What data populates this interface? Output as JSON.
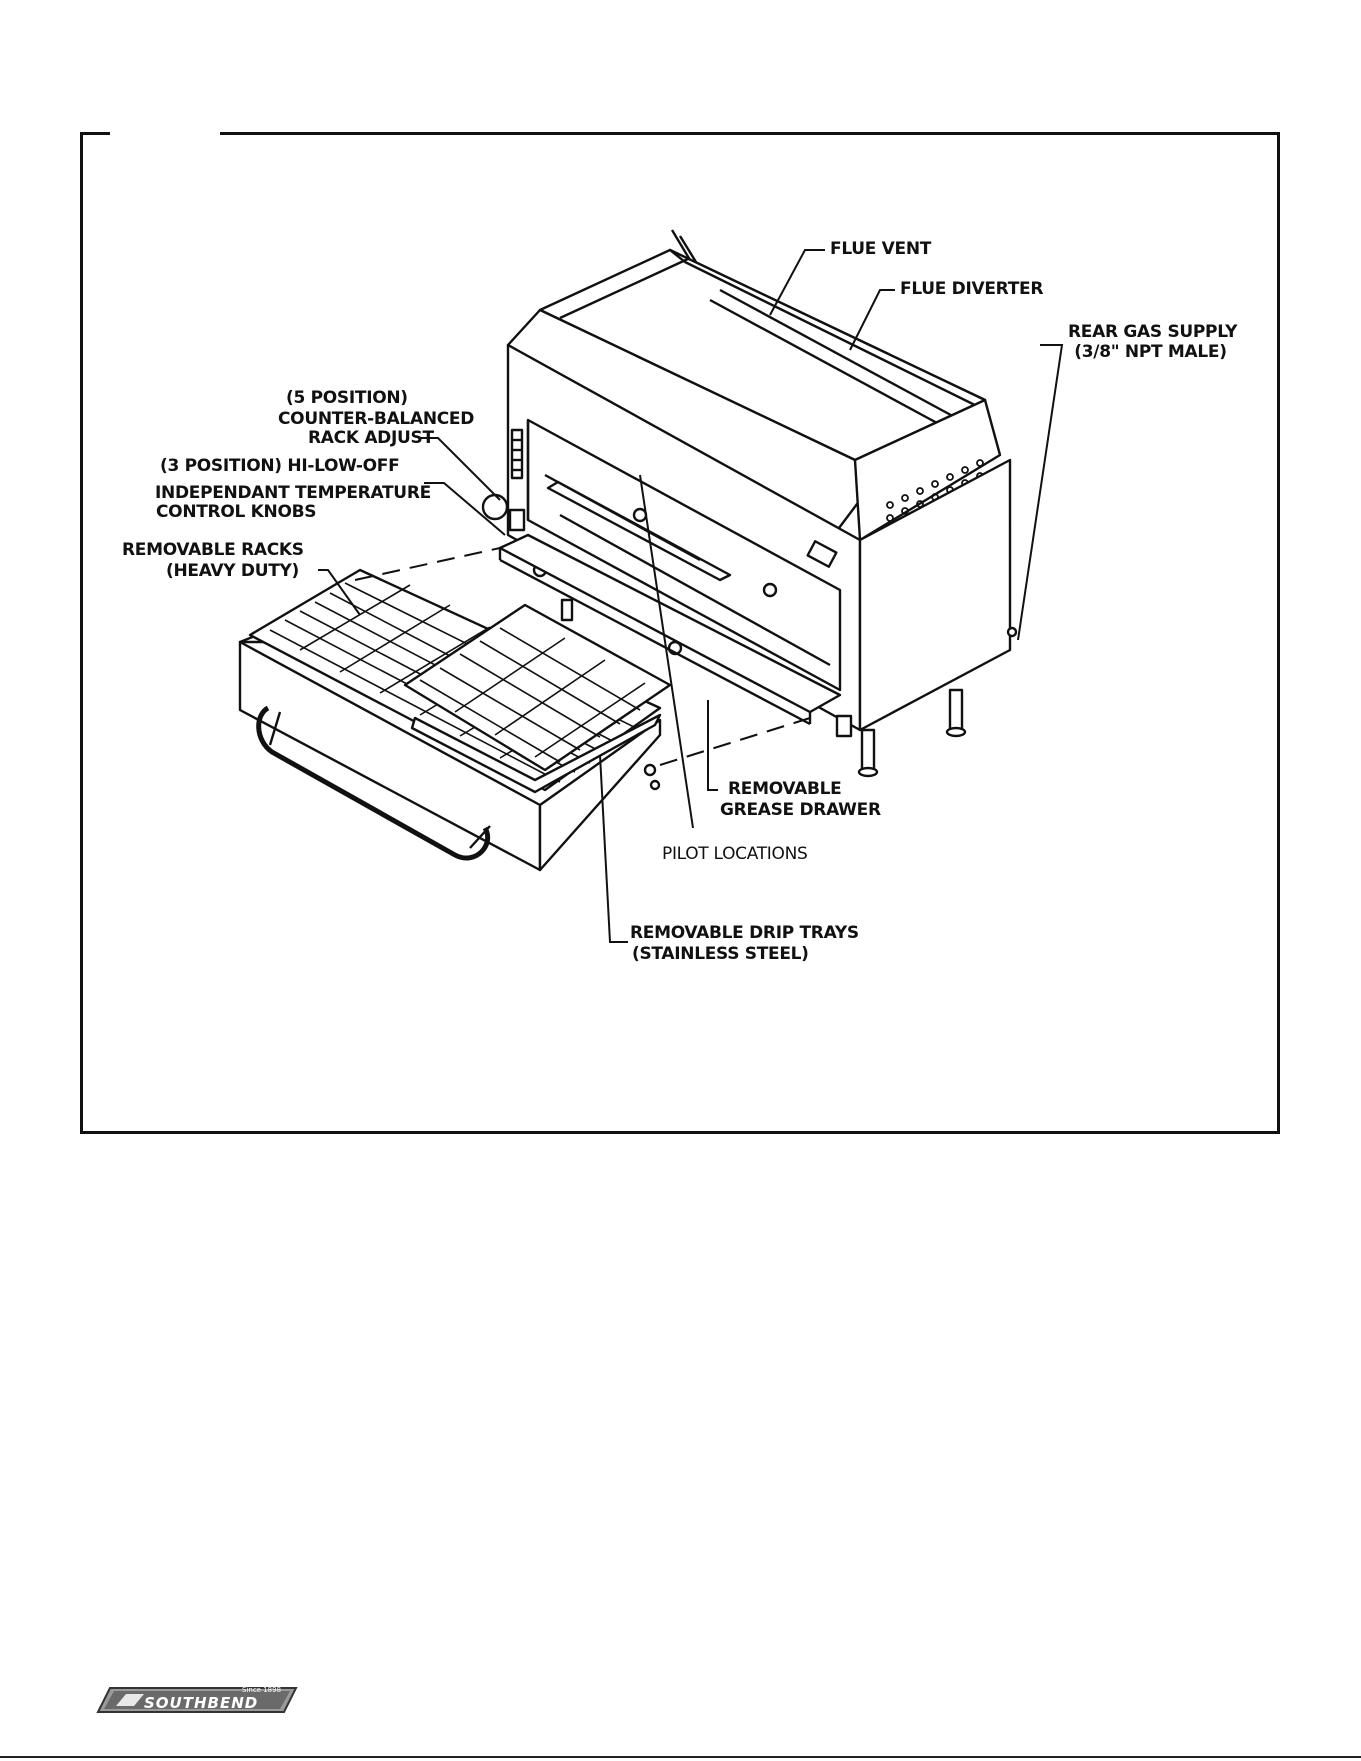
{
  "diagram": {
    "callouts": {
      "flue_vent": "FLUE VENT",
      "flue_diverter": "FLUE DIVERTER",
      "rear_gas_supply": "REAR GAS SUPPLY",
      "rear_gas_supply_size": "(3/8\" NPT MALE)",
      "rack_adjust_positions": "(5 POSITION)",
      "rack_adjust_counter": "COUNTER-BALANCED",
      "rack_adjust_label": "RACK ADJUST",
      "control_knobs_positions": "(3 POSITION) HI-LOW-OFF",
      "control_knobs_independant": "INDEPENDANT TEMPERATURE",
      "control_knobs_label": "CONTROL KNOBS",
      "removable_racks": "REMOVABLE RACKS",
      "removable_racks_duty": "(HEAVY DUTY)",
      "grease_drawer_removable": "REMOVABLE",
      "grease_drawer_label": "GREASE DRAWER",
      "pilot_locations": "PILOT LOCATIONS",
      "drip_trays_label": "REMOVABLE DRIP TRAYS",
      "drip_trays_material": "(STAINLESS STEEL)"
    }
  },
  "footer": {
    "brand": "SOUTHBEND",
    "brand_since": "Since 1898"
  }
}
